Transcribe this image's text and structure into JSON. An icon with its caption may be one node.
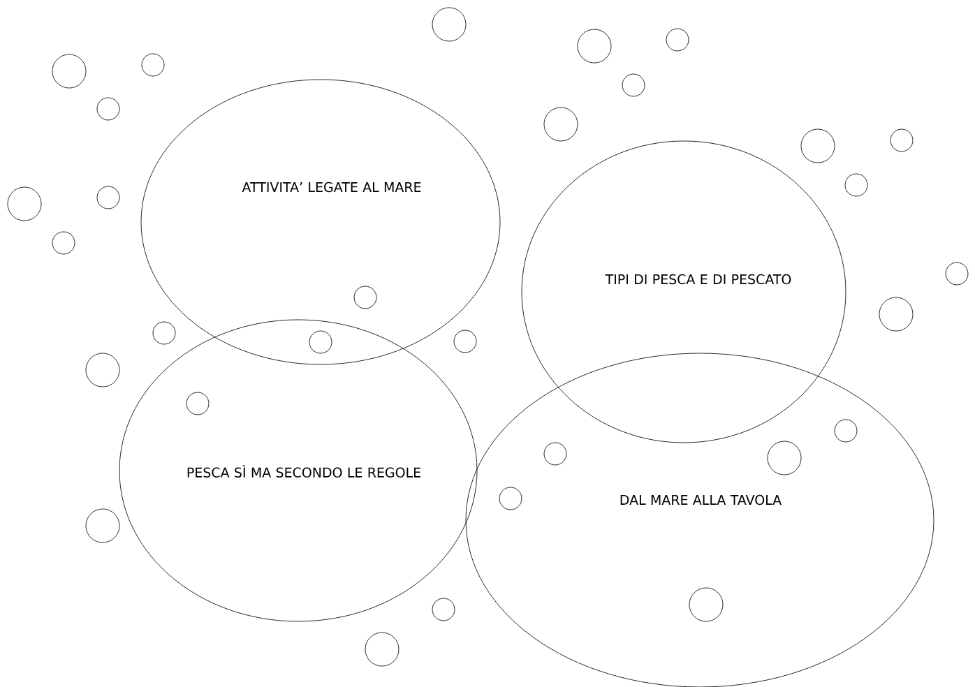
{
  "diagram": {
    "nodes": [
      {
        "text": [
          "ATTIVITA’ LEGATE AL MARE"
        ]
      },
      {
        "text": [
          "PESCA SÌ MA SECONDO LE REGOLE"
        ]
      },
      {
        "text": [
          "TIPI DI PESCA E DI PESCATO"
        ]
      },
      {
        "text": [
          "DAL MARE ALLA TAVOLA"
        ]
      }
    ]
  }
}
